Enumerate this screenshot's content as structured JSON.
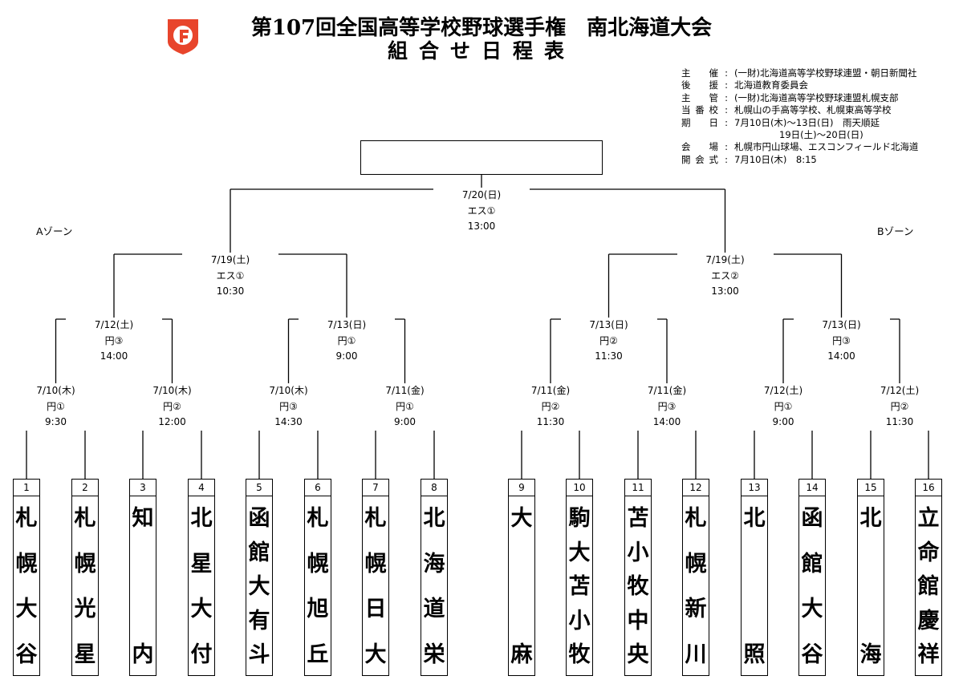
{
  "title": "第107回全国高等学校野球選手権　南北海道大会",
  "subtitle": "組合せ日程表",
  "info": [
    {
      "label": "主催",
      "values": [
        "(一財)北海道高等学校野球連盟・朝日新聞社"
      ]
    },
    {
      "label": "後援",
      "values": [
        "北海道教育委員会"
      ]
    },
    {
      "label": "主管",
      "values": [
        "(一財)北海道高等学校野球連盟札幌支部"
      ]
    },
    {
      "label": "当番校",
      "values": [
        "札幌山の手高等学校、札幌東高等学校"
      ]
    },
    {
      "label": "期日",
      "values": [
        "7月10日(木)～13日(日)　雨天順延",
        "19日(土)～20日(日)"
      ]
    },
    {
      "label": "会場",
      "values": [
        "札幌市円山球場、エスコンフィールド北海道"
      ]
    },
    {
      "label": "開会式",
      "values": [
        "7月10日(木)　8:15"
      ]
    }
  ],
  "zones": {
    "a": "Aゾーン",
    "b": "Bゾーン"
  },
  "teams": [
    {
      "num": "1",
      "name": "札幌大谷"
    },
    {
      "num": "2",
      "name": "札幌光星"
    },
    {
      "num": "3",
      "name": "知内"
    },
    {
      "num": "4",
      "name": "北星大付"
    },
    {
      "num": "5",
      "name": "函館大有斗"
    },
    {
      "num": "6",
      "name": "札幌旭丘"
    },
    {
      "num": "7",
      "name": "札幌日大"
    },
    {
      "num": "8",
      "name": "北海道栄"
    },
    {
      "num": "9",
      "name": "大麻"
    },
    {
      "num": "10",
      "name": "駒大苫小牧"
    },
    {
      "num": "11",
      "name": "苫小牧中央"
    },
    {
      "num": "12",
      "name": "札幌新川"
    },
    {
      "num": "13",
      "name": "北照"
    },
    {
      "num": "14",
      "name": "函館大谷"
    },
    {
      "num": "15",
      "name": "北海"
    },
    {
      "num": "16",
      "name": "立命館慶祥"
    }
  ],
  "round1": [
    {
      "date": "7/10(木)",
      "venue": "円①",
      "time": "9:30"
    },
    {
      "date": "7/10(木)",
      "venue": "円②",
      "time": "12:00"
    },
    {
      "date": "7/10(木)",
      "venue": "円③",
      "time": "14:30"
    },
    {
      "date": "7/11(金)",
      "venue": "円①",
      "time": "9:00"
    },
    {
      "date": "7/11(金)",
      "venue": "円②",
      "time": "11:30"
    },
    {
      "date": "7/11(金)",
      "venue": "円③",
      "time": "14:00"
    },
    {
      "date": "7/12(土)",
      "venue": "円①",
      "time": "9:00"
    },
    {
      "date": "7/12(土)",
      "venue": "円②",
      "time": "11:30"
    }
  ],
  "round2": [
    {
      "date": "7/12(土)",
      "venue": "円③",
      "time": "14:00"
    },
    {
      "date": "7/13(日)",
      "venue": "円①",
      "time": "9:00"
    },
    {
      "date": "7/13(日)",
      "venue": "円②",
      "time": "11:30"
    },
    {
      "date": "7/13(日)",
      "venue": "円③",
      "time": "14:00"
    }
  ],
  "semis": [
    {
      "date": "7/19(土)",
      "venue": "エス①",
      "time": "10:30"
    },
    {
      "date": "7/19(土)",
      "venue": "エス②",
      "time": "13:00"
    }
  ],
  "final": {
    "date": "7/20(日)",
    "venue": "エス①",
    "time": "13:00"
  },
  "colors": {
    "logo": "#e8452c",
    "line": "#000000"
  },
  "icons": {
    "logo": "baseball-federation-shield-logo"
  }
}
